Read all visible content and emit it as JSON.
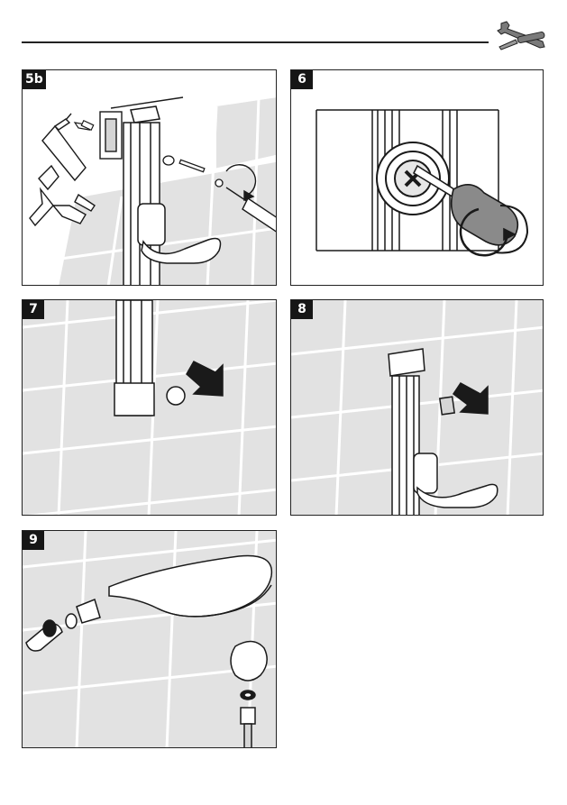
{
  "steps": [
    {
      "label": "5b"
    },
    {
      "label": "6"
    },
    {
      "label": "7"
    },
    {
      "label": "8"
    },
    {
      "label": "9"
    }
  ],
  "icons": {
    "header": "wrench-screwdriver-icon"
  },
  "colors": {
    "ink": "#1a1a1a",
    "tile": "#e2e2e2",
    "grout": "#ffffff",
    "badge": "#161616"
  }
}
